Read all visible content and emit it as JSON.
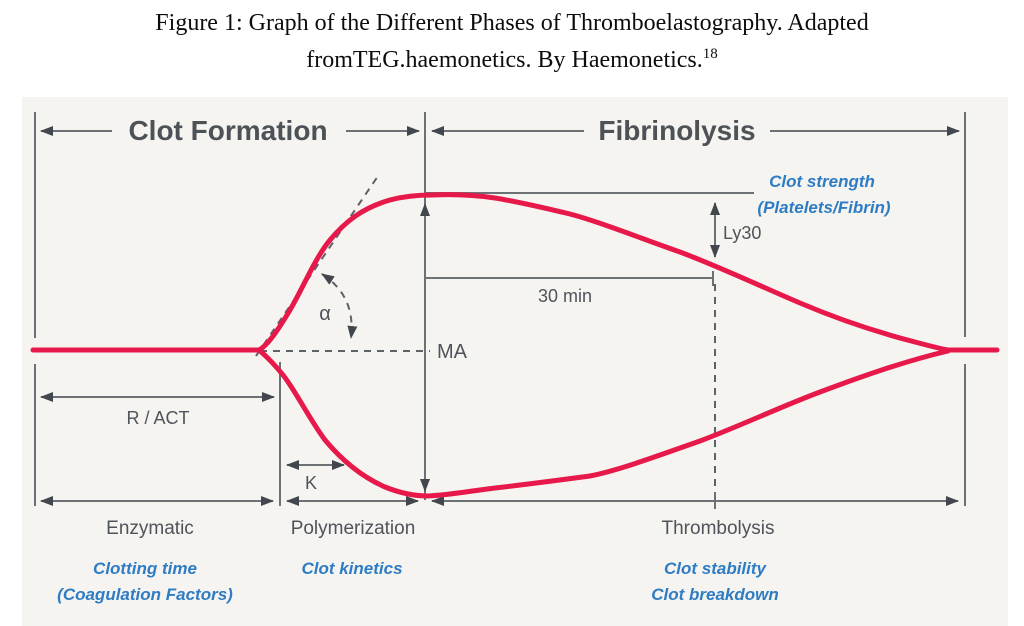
{
  "caption": {
    "line1": "Figure 1: Graph of the Different Phases of Thromboelastography. Adapted",
    "line2_pre": "fromTEG.haemonetics. By Haemonetics.",
    "line2_sup": "18"
  },
  "diagram": {
    "phases": {
      "clot_formation": "Clot Formation",
      "fibrinolysis": "Fibrinolysis"
    },
    "measurements": {
      "clot_strength_line1": "Clot strength",
      "clot_strength_line2": "(Platelets/Fibrin)",
      "ly30": "Ly30",
      "thirty_min": "30 min",
      "ma": "MA",
      "alpha": "α",
      "r_act": "R / ACT",
      "k": "K"
    },
    "stages": {
      "enzymatic": "Enzymatic",
      "polymerization": "Polymerization",
      "thrombolysis": "Thrombolysis"
    },
    "stage_sublabels": {
      "clotting_time": "Clotting time",
      "coagulation_factors": "(Coagulation Factors)",
      "clot_kinetics": "Clot kinetics",
      "clot_stability": "Clot stability",
      "clot_breakdown": "Clot breakdown"
    },
    "colors": {
      "curve_red": "#e7194a",
      "line_gray": "#6c7175",
      "text_gray": "#4f545a",
      "text_blue": "#2e7cc4",
      "figure_bg": "#f5f4f1"
    }
  }
}
